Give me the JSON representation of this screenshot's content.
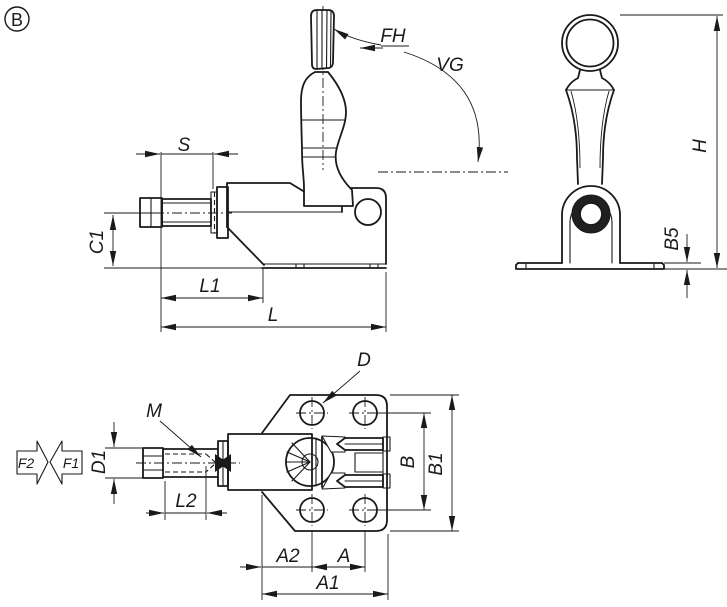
{
  "colors": {
    "line": "#1a1a1a",
    "bushing": "#202020",
    "background": "#ffffff"
  },
  "view_label": "B",
  "side_view": {
    "fh": "FH",
    "vg": "VG",
    "s": "S",
    "c1": "C1",
    "l1": "L1",
    "l": "L"
  },
  "front_view": {
    "h": "H",
    "b5": "B5"
  },
  "top_view": {
    "d": "D",
    "m": "M",
    "d1": "D1",
    "f2": "F2",
    "f1": "F1",
    "l2": "L2",
    "b": "B",
    "b1": "B1",
    "a2": "A2",
    "a": "A",
    "a1": "A1"
  }
}
